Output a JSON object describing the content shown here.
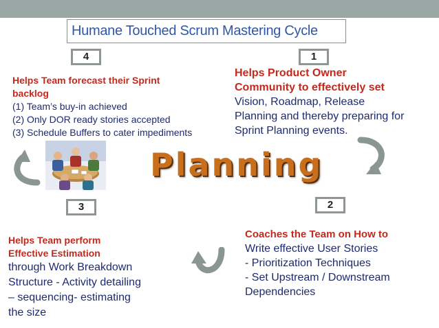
{
  "title": "Humane Touched Scrum Mastering Cycle",
  "center_label": "Planning",
  "steps": {
    "s1": {
      "number": "1",
      "heading_lines": [
        "Helps Product Owner",
        "Community to effectively set"
      ],
      "body_lines": [
        "Vision, Roadmap, Release",
        "Planning and thereby preparing for",
        "Sprint Planning events."
      ]
    },
    "s2": {
      "number": "2",
      "heading_lines": [
        "Coaches the Team on How to"
      ],
      "body_lines": [
        "Write effective User Stories",
        "- Prioritization Techniques",
        "- Set Upstream / Downstream",
        "Dependencies"
      ]
    },
    "s3": {
      "number": "3",
      "heading_lines": [
        "Helps Team perform",
        "Effective Estimation"
      ],
      "body_lines": [
        "through Work Breakdown",
        "Structure - Activity detailing",
        "– sequencing- estimating",
        "the size"
      ]
    },
    "s4": {
      "number": "4",
      "heading_lines": [
        "Helps Team forecast their Sprint",
        "backlog"
      ],
      "body_lines": [
        "(1) Team’s buy-in achieved",
        "(2) Only DOR ready stories accepted",
        "(3) Schedule Buffers to cater impediments"
      ]
    }
  },
  "colors": {
    "title": "#2f57a7",
    "heading": "#c5281c",
    "body": "#1e2a6e",
    "center": "#c86f1e",
    "arrow": "#8a9694",
    "topbar": "#9aa6a4"
  },
  "icons": [
    "curved-arrow-icon",
    "team-meeting-illustration"
  ]
}
